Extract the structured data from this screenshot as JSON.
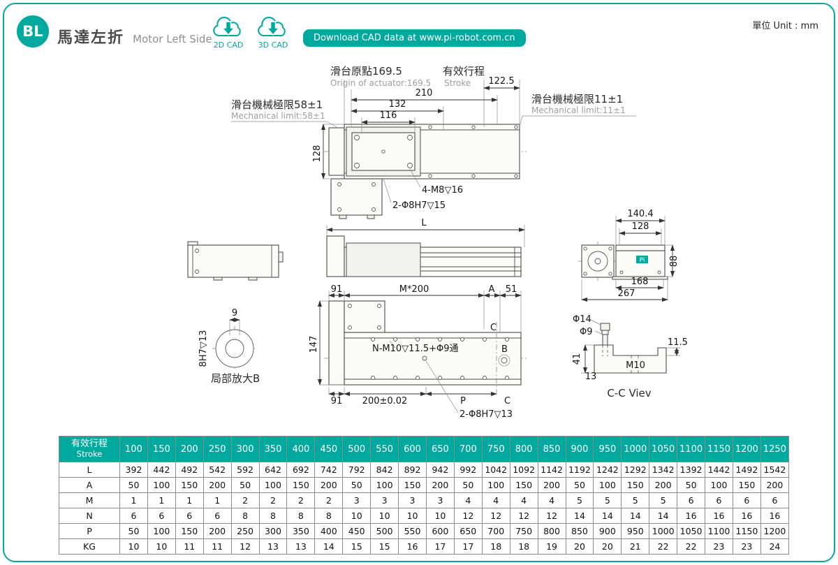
{
  "page": {
    "unit": "單位 Unit : mm",
    "accent": "#00A99D"
  },
  "header": {
    "badge": "BL",
    "title_zh": "馬達左折",
    "title_en": "Motor Left Side",
    "cad2d": "2D CAD",
    "cad3d": "3D CAD",
    "banner": "Download CAD data at www.pi-robot.com.cn"
  },
  "drawings": {
    "top": {
      "origin_zh": "滑台原點169.5",
      "origin_en": "Origin of actuator:169.5",
      "stroke_zh": "有效行程",
      "stroke_en": "Stroke",
      "d122": "122.5",
      "d210": "210",
      "d132": "132",
      "d116": "116",
      "limit_left_zh": "滑台機械極限58±1",
      "limit_left_en": "Mechanical limit:58±1",
      "limit_right_zh": "滑台機械極限11±1",
      "limit_right_en": "Mechanical limit:11±1",
      "d128": "128",
      "note_m8": "4-M8▽16",
      "note_dowel": "2-Φ8H7▽15"
    },
    "side": {
      "L": "L",
      "d1404": "140.4",
      "d128": "128",
      "d88": "88",
      "d168": "168",
      "d267": "267",
      "logo": "Pi"
    },
    "bottom": {
      "d91_top": "91",
      "pitch": "M*200",
      "A": "A",
      "d51": "51",
      "d147": "147",
      "note_holes": "N-M10▽11.5+Φ9通",
      "B": "B",
      "C_top": "C",
      "d91_bottom": "91",
      "d200": "200±0.02",
      "P": "P",
      "C_bottom": "C",
      "note_dowel": "2-Φ8H7▽13"
    },
    "detail": {
      "d9": "9",
      "bore": "8H7▽13",
      "caption": "局部放大B"
    },
    "cc": {
      "phi14": "Φ14",
      "phi9": "Φ9",
      "d115": "11.5",
      "d41": "41",
      "d13": "13",
      "m10": "M10",
      "caption": "C-C Viev"
    }
  },
  "table": {
    "header_zh": "有效行程",
    "header_en": "Stroke",
    "strokes": [
      "100",
      "150",
      "200",
      "250",
      "300",
      "350",
      "400",
      "450",
      "500",
      "550",
      "600",
      "650",
      "700",
      "750",
      "800",
      "850",
      "900",
      "950",
      "1000",
      "1050",
      "1100",
      "1150",
      "1200",
      "1250"
    ],
    "rows": [
      {
        "label": "L",
        "values": [
          "392",
          "442",
          "492",
          "542",
          "592",
          "642",
          "692",
          "742",
          "792",
          "842",
          "892",
          "942",
          "992",
          "1042",
          "1092",
          "1142",
          "1192",
          "1242",
          "1292",
          "1342",
          "1392",
          "1442",
          "1492",
          "1542"
        ]
      },
      {
        "label": "A",
        "values": [
          "50",
          "100",
          "150",
          "200",
          "50",
          "100",
          "150",
          "200",
          "50",
          "100",
          "150",
          "200",
          "50",
          "100",
          "150",
          "200",
          "50",
          "100",
          "150",
          "200",
          "50",
          "100",
          "150",
          "200"
        ]
      },
      {
        "label": "M",
        "values": [
          "1",
          "1",
          "1",
          "1",
          "2",
          "2",
          "2",
          "2",
          "3",
          "3",
          "3",
          "3",
          "4",
          "4",
          "4",
          "4",
          "5",
          "5",
          "5",
          "5",
          "6",
          "6",
          "6",
          "6"
        ]
      },
      {
        "label": "N",
        "values": [
          "6",
          "6",
          "6",
          "6",
          "8",
          "8",
          "8",
          "8",
          "10",
          "10",
          "10",
          "10",
          "12",
          "12",
          "12",
          "12",
          "14",
          "14",
          "14",
          "14",
          "16",
          "16",
          "16",
          "16"
        ]
      },
      {
        "label": "P",
        "values": [
          "50",
          "100",
          "150",
          "200",
          "250",
          "300",
          "350",
          "400",
          "450",
          "500",
          "550",
          "600",
          "650",
          "700",
          "750",
          "800",
          "850",
          "900",
          "950",
          "1000",
          "1050",
          "1100",
          "1150",
          "1200"
        ]
      },
      {
        "label": "KG",
        "values": [
          "10",
          "10",
          "11",
          "11",
          "12",
          "13",
          "13",
          "14",
          "15",
          "15",
          "16",
          "17",
          "17",
          "18",
          "18",
          "19",
          "20",
          "20",
          "21",
          "22",
          "22",
          "23",
          "23",
          "24"
        ]
      }
    ]
  }
}
